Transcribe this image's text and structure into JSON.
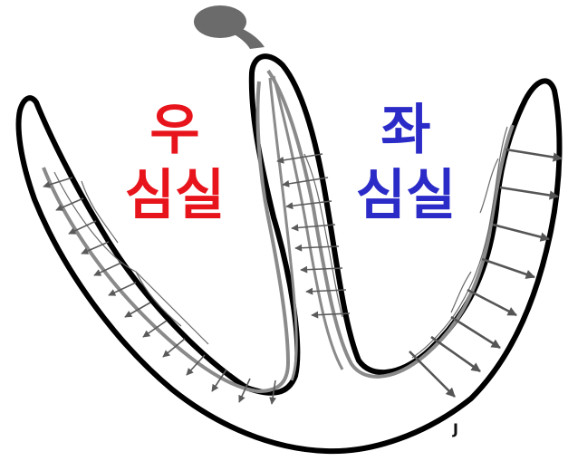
{
  "labels": {
    "right_ventricle_line1": "우",
    "right_ventricle_line2": "심실",
    "left_ventricle_line1": "좌",
    "left_ventricle_line2": "심실",
    "signature": "J"
  },
  "colors": {
    "right_ventricle": "#e8141c",
    "left_ventricle": "#2b2bc8",
    "outline": "#000000",
    "inner_wall": "#8a8a8a",
    "arrows_small": "#5a5a5a",
    "arrows_large": "#555555",
    "aorta_blob": "#6b6b6b"
  },
  "icons": {
    "arrows_right": "small-outward-arrows",
    "arrows_septum": "septal-arrows",
    "arrows_left": "large-outward-arrows"
  }
}
